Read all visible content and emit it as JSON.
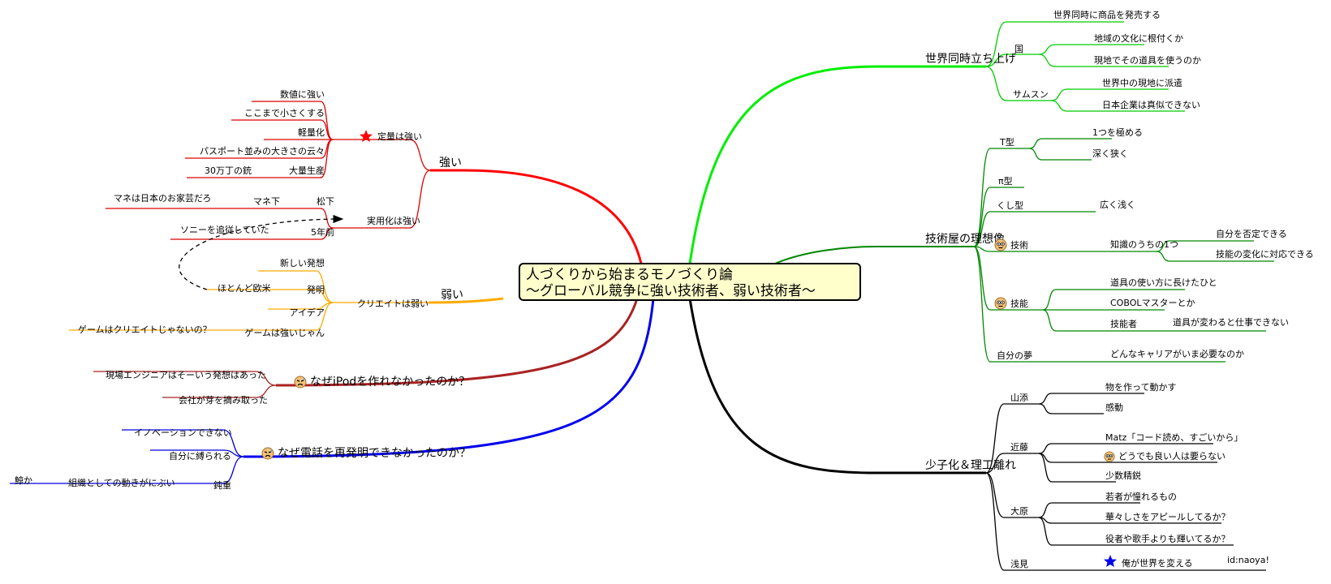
{
  "center": {
    "title_line1": "人づくりから始まるモノづくり論",
    "title_line2": "～グローバル競争に強い技術者、弱い技術者～"
  },
  "colors": {
    "strong": "#ff0000",
    "weak": "#ffaa00",
    "ipod": "#aa2222",
    "phone": "#0000ee",
    "global": "#00ee00",
    "ideal": "#008800",
    "birth": "#000000",
    "sub_strong": "#dd0000",
    "sub_weak": "#ffaa00",
    "sub_ipod": "#aa2222",
    "sub_phone": "#0000dd",
    "sub_global": "#00cc00",
    "sub_ideal": "#008800",
    "sub_birth": "#000000"
  },
  "icons": {
    "star_red": "star-icon",
    "star_blue": "star-icon",
    "worried_face": "worried-face-icon",
    "sweat_face": "sweat-face-icon"
  },
  "strong": {
    "label": "強い",
    "quant": {
      "label": "定量は強い",
      "items": [
        "数値に強い",
        "ここまで小さくする",
        "軽量化",
        "パスポート並みの大きさの云々"
      ],
      "mass": {
        "label": "大量生産",
        "detail": "30万丁の銃"
      }
    },
    "practical": {
      "label": "実用化は強い",
      "matsushita": {
        "label": "松下",
        "mane": "マネ下",
        "detail": "マネは日本のお家芸だろ"
      },
      "five_years": {
        "label": "5年前",
        "detail": "ソニーを追従していた"
      }
    }
  },
  "weak": {
    "label": "弱い",
    "create": {
      "label": "クリエイトは弱い",
      "items": [
        "新しい発想"
      ],
      "invention": {
        "label": "発明",
        "detail": "ほとんど欧米"
      },
      "idea": "アイデア",
      "game": {
        "label": "ゲームは強いじゃん",
        "detail": "ゲームはクリエイトじゃないの？"
      }
    }
  },
  "ipod": {
    "label": "なぜiPodを作れなかったのか？",
    "items": [
      "現場エンジニアはそーいう発想はあった",
      "会社が芽を摘み取った"
    ]
  },
  "phone": {
    "label": "なぜ電話を再発明できなかったのか？",
    "items": [
      "イノベーションできない",
      "自分に縛られる"
    ],
    "slow": {
      "label": "鈍重",
      "detail": "組織としての動きがにぶい",
      "extra": "鯨か"
    }
  },
  "global": {
    "label": "世界同時立ち上げ",
    "item": "世界同時に商品を発売する",
    "country": {
      "label": "国",
      "items": [
        "地域の文化に根付くか",
        "現地でその道具を使うのか"
      ]
    },
    "samsung": {
      "label": "サムスン",
      "items": [
        "世界中の現地に派遣",
        "日本企業は真似できない"
      ]
    }
  },
  "ideal": {
    "label": "技術屋の理想像",
    "t_type": {
      "label": "T型",
      "items": [
        "1つを極める",
        "深く狭く"
      ]
    },
    "pi_type": {
      "label": "π型"
    },
    "comb_type": {
      "label": "くし型",
      "detail": "広く浅く"
    },
    "tech": {
      "label": "技術",
      "sub": {
        "label": "知識のうちの1つ",
        "items": [
          "自分を否定できる",
          "技能の変化に対応できる"
        ]
      }
    },
    "skill": {
      "label": "技能",
      "items": [
        "道具の使い方に長けたひと",
        "COBOLマスターとか"
      ],
      "skilled": {
        "label": "技能者",
        "detail": "道具が変わると仕事できない"
      }
    },
    "dream": {
      "label": "自分の夢",
      "detail": "どんなキャリアがいま必要なのか"
    }
  },
  "birth": {
    "label": "少子化＆理工離れ",
    "yamazoe": {
      "label": "山添",
      "items": [
        "物を作って動かす",
        "感動"
      ]
    },
    "kondo": {
      "label": "近藤",
      "items": [
        "Matz「コード読め、すごいから」",
        "どうでも良い人は要らない",
        "少数精鋭"
      ]
    },
    "ohara": {
      "label": "大原",
      "items": [
        "若者が憧れるもの",
        "華々しさをアピールしてるか？",
        "役者や歌手よりも輝いてるか？"
      ]
    },
    "asami": {
      "label": "浅見",
      "item": "俺が世界を変える",
      "id": "id:naoya!"
    }
  }
}
